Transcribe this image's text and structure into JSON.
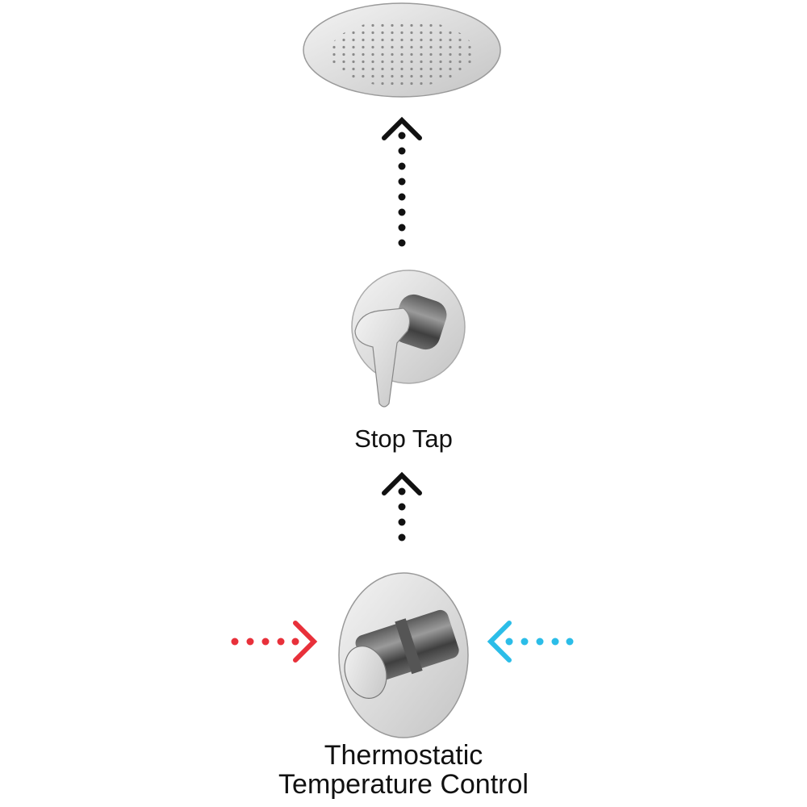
{
  "labels": {
    "stop_tap": "Stop Tap",
    "thermostatic_line1": "Thermostatic",
    "thermostatic_line2": "Temperature Control"
  },
  "components": [
    {
      "id": "shower-head",
      "icon": "rain-shower-head-icon"
    },
    {
      "id": "stop-tap",
      "icon": "stop-tap-valve-icon"
    },
    {
      "id": "thermostatic-control",
      "icon": "thermostatic-valve-icon"
    }
  ],
  "flows": [
    {
      "from": "thermostatic-control",
      "to": "stop-tap",
      "color": "#111111"
    },
    {
      "from": "stop-tap",
      "to": "shower-head",
      "color": "#111111"
    },
    {
      "from": "hot-supply",
      "to": "thermostatic-control",
      "color": "#e8303a"
    },
    {
      "from": "cold-supply",
      "to": "thermostatic-control",
      "color": "#2bbde8"
    }
  ]
}
